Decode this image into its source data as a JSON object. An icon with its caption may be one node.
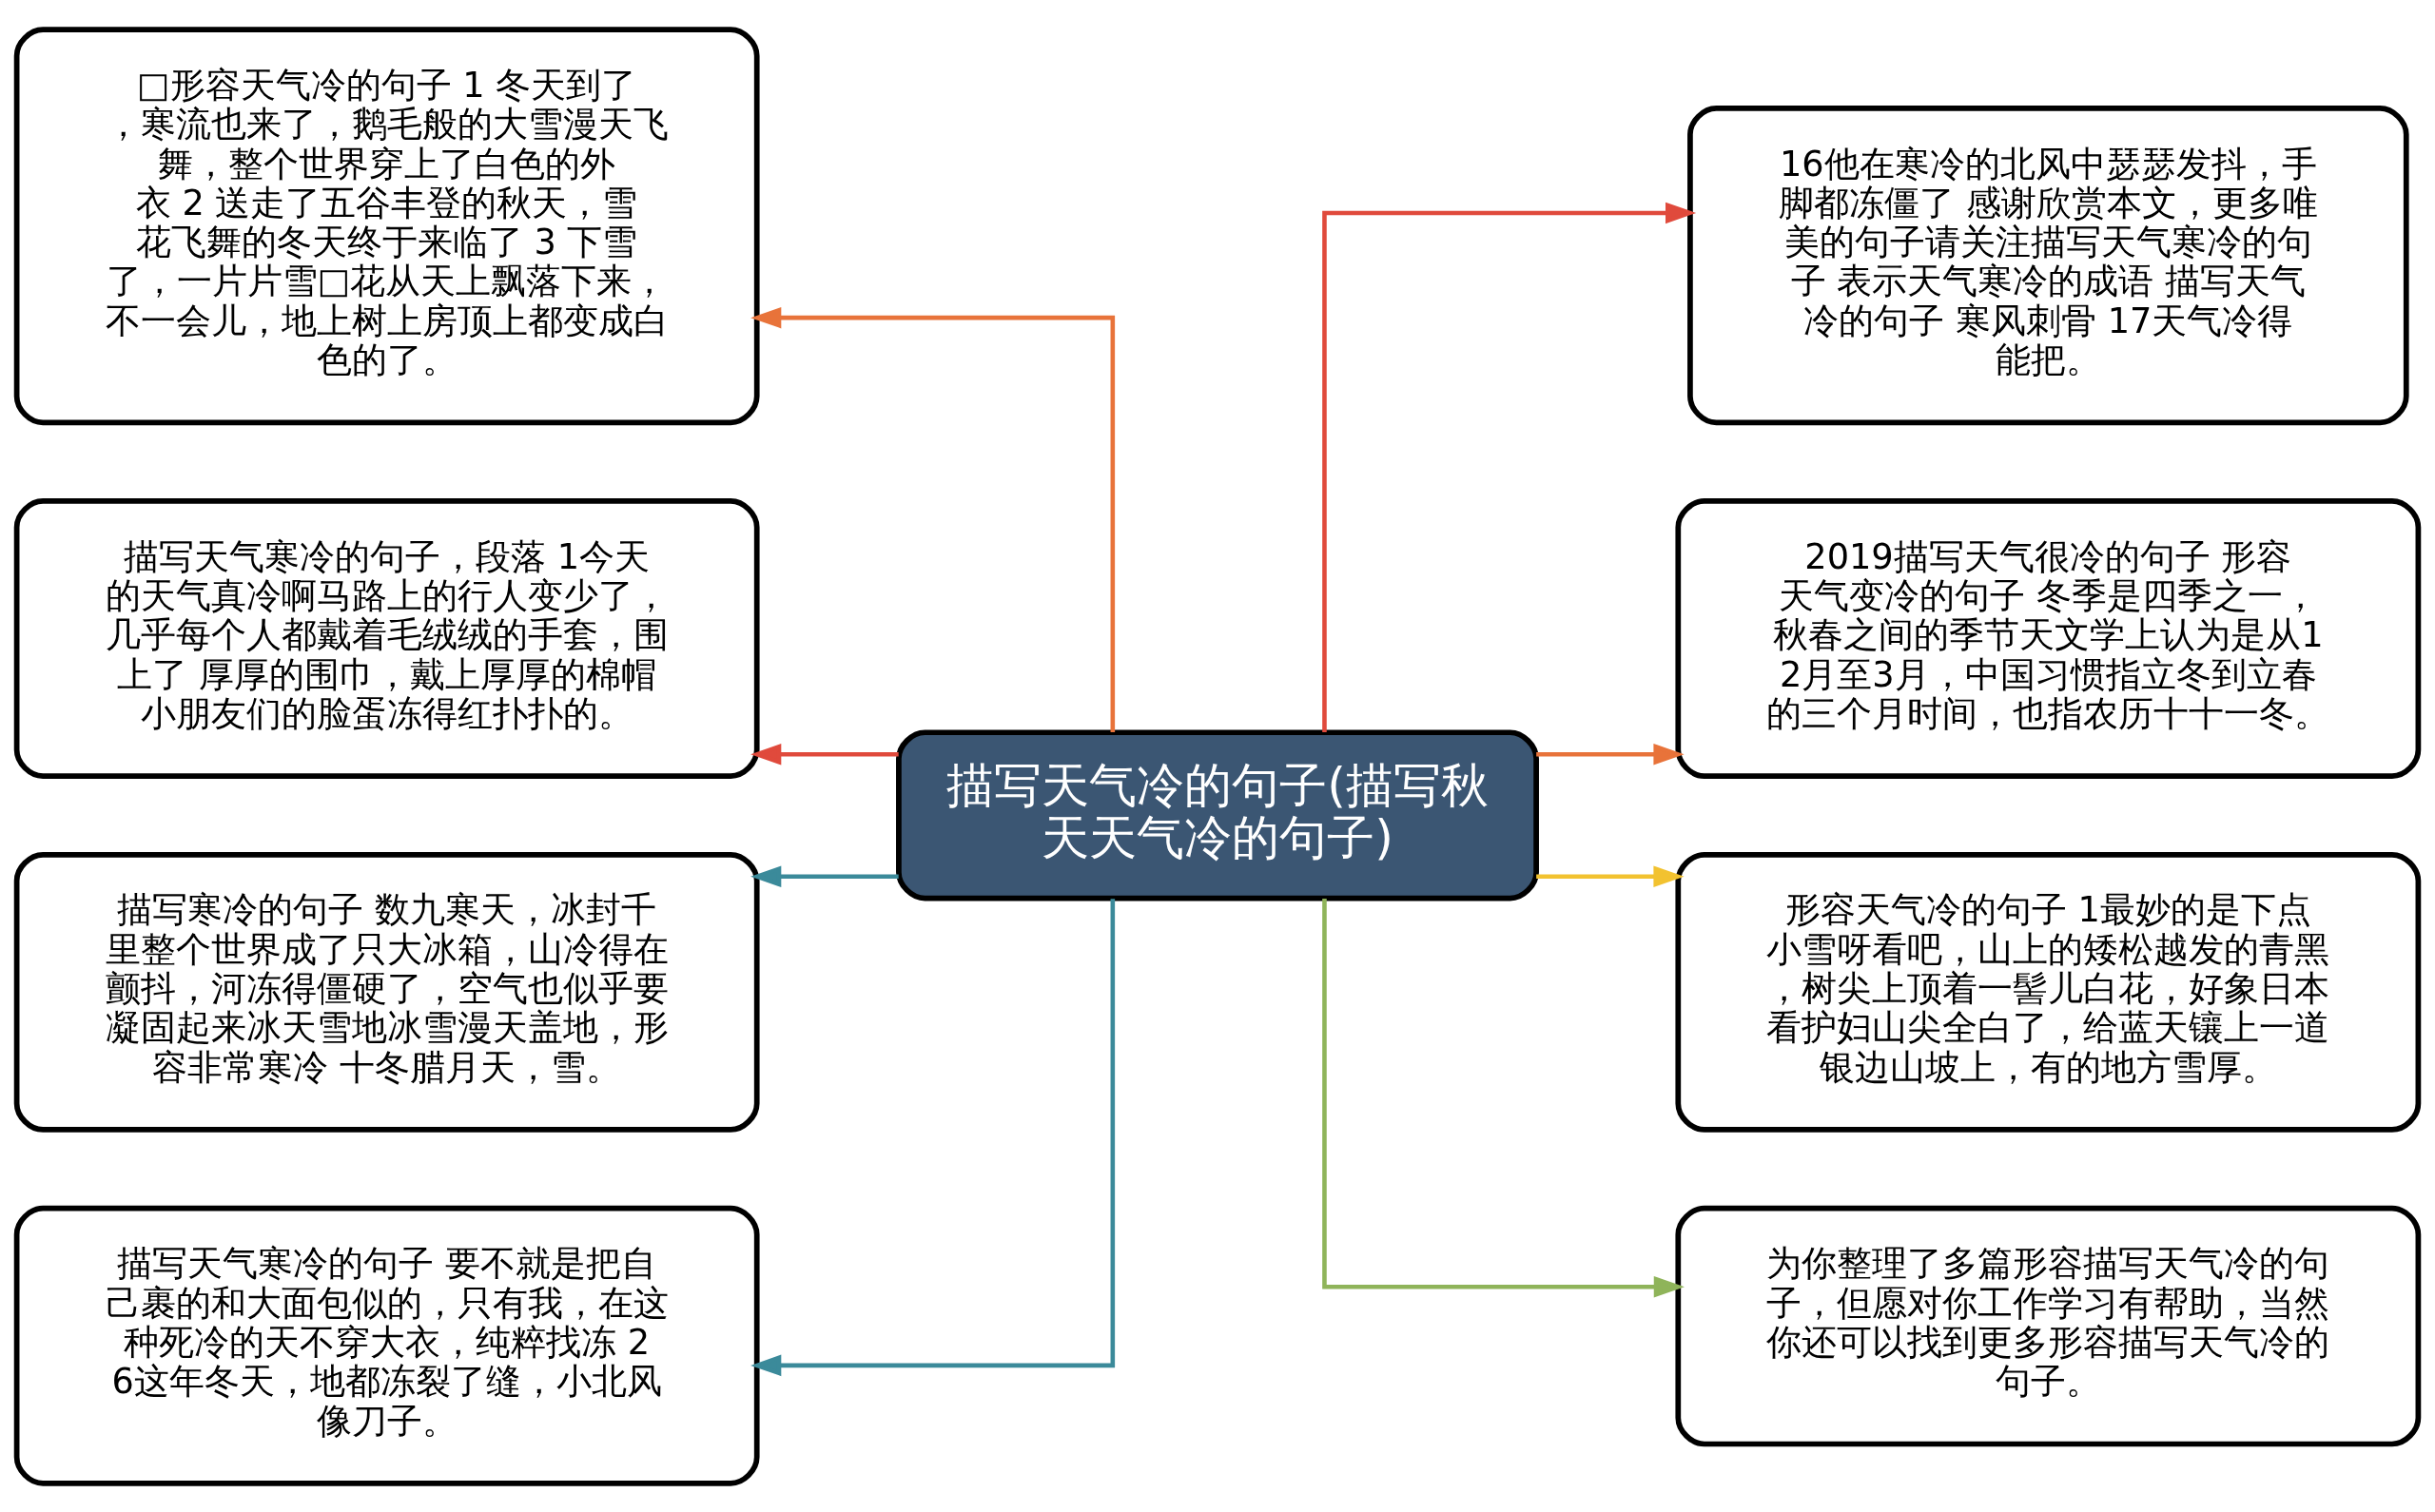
{
  "diagram": {
    "nodes": [
      {
        "text": [
          "描写天气冷的句子(描写秋天天气冷的句子)"
        ]
      },
      {
        "text": [
          "□形容天气冷的句子 1 冬天到了，寒流也来了，鹅毛般的大雪漫天飞舞，整个世界穿上了白色的外衣 2 送走了五谷丰登的秋天，雪花飞舞的冬天终于来临了 3 下雪了，一片片雪□花从天上飘落下来，不一会儿，地上树上房顶上都变成白色的了。"
        ]
      },
      {
        "text": [
          "描写天气寒冷的句子，段落 1今天的天气真冷啊马路上的行人变少了，几乎每个人都戴着毛绒绒的手套，围上了 厚厚的围巾，戴上厚厚的棉帽小朋友们的脸蛋冻得红扑扑的。"
        ]
      },
      {
        "text": [
          "描写寒冷的句子 数九寒天，冰封千里整个世界成了只大冰箱，山冷得在颤抖，河冻得僵硬了，空气也似乎要凝固起来冰天雪地冰雪漫天盖地，形容非常寒冷 十冬腊月天，雪。"
        ]
      },
      {
        "text": [
          "描写天气寒冷的句子 要不就是把自己裹的和大面包似的，只有我，在这种死冷的天不穿大衣，纯粹找冻 26这年冬天，地都冻裂了缝，小北风像刀子。"
        ]
      },
      {
        "text": [
          "16他在寒冷的北风中瑟瑟发抖，手脚都冻僵了 感谢欣赏本文，更多唯美的句子请关注描写天气寒冷的句子 表示天气寒冷的成语 描写天气冷的句子 寒风刺骨 17天气冷得能把。"
        ]
      },
      {
        "text": [
          "2019描写天气很冷的句子 形容天气变冷的句子 冬季是四季之一，秋春之间的季节天文学上认为是从12月至3月，中国习惯指立冬到立春的三个月时间，也指农历十十一冬。"
        ]
      },
      {
        "text": [
          "形容天气冷的句子 1最妙的是下点小雪呀看吧，山上的矮松越发的青黑，树尖上顶着一髻儿白花，好象日本看护妇山尖全白了，给蓝天镶上一道银边山坡上，有的地方雪厚。"
        ]
      },
      {
        "text": [
          "为你整理了多篇形容描写天气冷的句子，但愿对你工作学习有帮助，当然你还可以找到更多形容描写天气冷的句子。"
        ]
      }
    ],
    "edges": [
      {
        "from": 0,
        "to": 1,
        "arrow": "to",
        "color": "#e8733a"
      },
      {
        "from": 0,
        "to": 2,
        "arrow": "to",
        "color": "#e04a3c"
      },
      {
        "from": 0,
        "to": 3,
        "arrow": "to",
        "color": "#3b8a9a"
      },
      {
        "from": 0,
        "to": 4,
        "arrow": "to",
        "color": "#3b8a9a"
      },
      {
        "from": 0,
        "to": 5,
        "arrow": "to",
        "color": "#e04a3c"
      },
      {
        "from": 0,
        "to": 6,
        "arrow": "to",
        "color": "#e8733a"
      },
      {
        "from": 0,
        "to": 7,
        "arrow": "to",
        "color": "#f2c230"
      },
      {
        "from": 0,
        "to": 8,
        "arrow": "to",
        "color": "#8fb45a"
      }
    ]
  }
}
